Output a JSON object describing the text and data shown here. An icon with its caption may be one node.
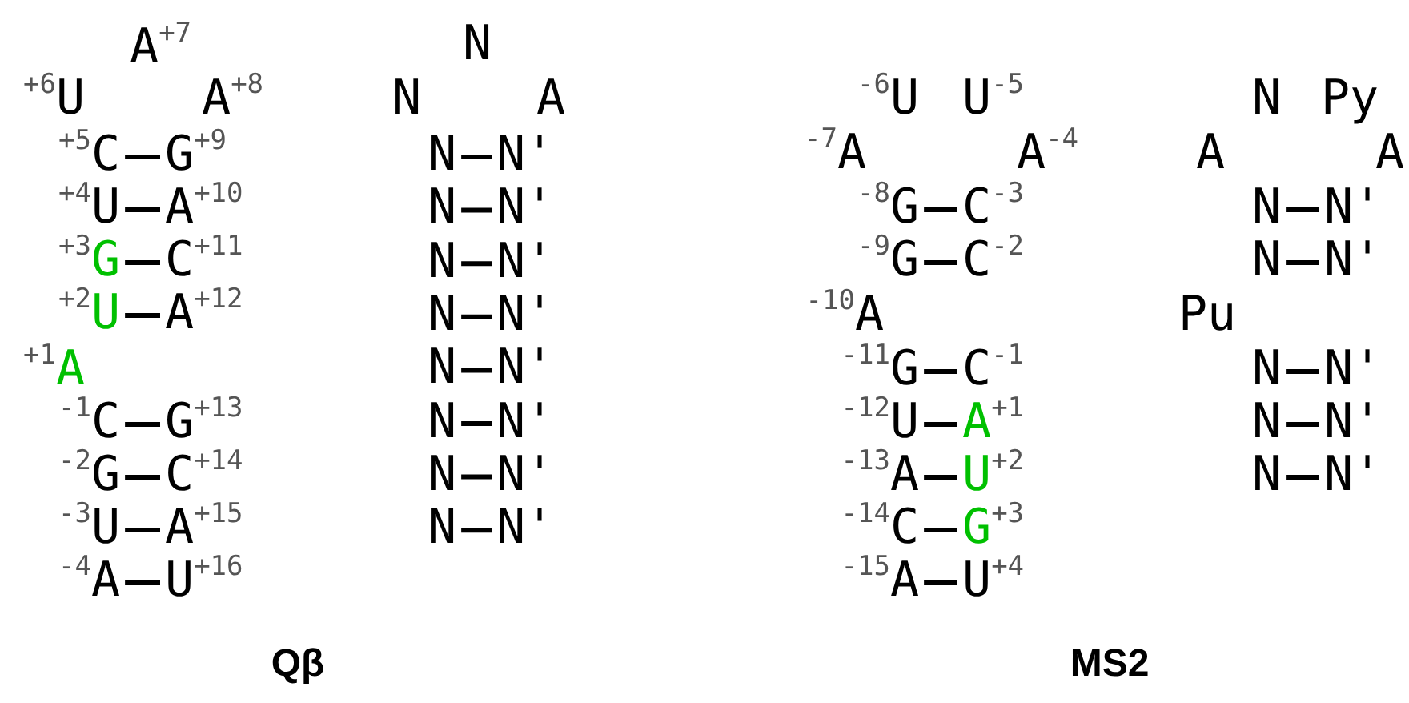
{
  "diagram": {
    "nodes": [
      {
        "text": [
          "A"
        ],
        "beside": [
          "+7"
        ]
      },
      {
        "text": [
          "U"
        ],
        "beside": [
          "+6"
        ]
      },
      {
        "text": [
          "A"
        ],
        "beside": [
          "+8"
        ]
      },
      {
        "text": [
          "C"
        ],
        "beside": [
          "+5"
        ]
      },
      {
        "text": [
          "G"
        ],
        "beside": [
          "+9"
        ]
      },
      {
        "text": [
          "U"
        ],
        "beside": [
          "+4"
        ]
      },
      {
        "text": [
          "A"
        ],
        "beside": [
          "+10"
        ]
      },
      {
        "text": [
          "G"
        ],
        "beside": [
          "+3"
        ]
      },
      {
        "text": [
          "C"
        ],
        "beside": [
          "+11"
        ]
      },
      {
        "text": [
          "U"
        ],
        "beside": [
          "+2"
        ]
      },
      {
        "text": [
          "A"
        ],
        "beside": [
          "+12"
        ]
      },
      {
        "text": [
          "A"
        ],
        "beside": [
          "+1"
        ]
      },
      {
        "text": [
          "C"
        ],
        "beside": [
          "-1"
        ]
      },
      {
        "text": [
          "G"
        ],
        "beside": [
          "+13"
        ]
      },
      {
        "text": [
          "G"
        ],
        "beside": [
          "-2"
        ]
      },
      {
        "text": [
          "C"
        ],
        "beside": [
          "+14"
        ]
      },
      {
        "text": [
          "U"
        ],
        "beside": [
          "-3"
        ]
      },
      {
        "text": [
          "A"
        ],
        "beside": [
          "+15"
        ]
      },
      {
        "text": [
          "A"
        ],
        "beside": [
          "-4"
        ]
      },
      {
        "text": [
          "U"
        ],
        "beside": [
          "+16"
        ]
      },
      {
        "text": [
          "N"
        ]
      },
      {
        "text": [
          "N"
        ]
      },
      {
        "text": [
          "A"
        ]
      },
      {
        "text": [
          "N"
        ]
      },
      {
        "text": [
          "N'"
        ]
      },
      {
        "text": [
          "N"
        ]
      },
      {
        "text": [
          "N'"
        ]
      },
      {
        "text": [
          "N"
        ]
      },
      {
        "text": [
          "N'"
        ]
      },
      {
        "text": [
          "N"
        ]
      },
      {
        "text": [
          "N'"
        ]
      },
      {
        "text": [
          "N"
        ]
      },
      {
        "text": [
          "N'"
        ]
      },
      {
        "text": [
          "N"
        ]
      },
      {
        "text": [
          "N'"
        ]
      },
      {
        "text": [
          "N"
        ]
      },
      {
        "text": [
          "N'"
        ]
      },
      {
        "text": [
          "N"
        ]
      },
      {
        "text": [
          "N'"
        ]
      },
      {
        "text": [
          "U"
        ],
        "beside": [
          "-6"
        ]
      },
      {
        "text": [
          "U"
        ],
        "beside": [
          "-5"
        ]
      },
      {
        "text": [
          "A"
        ],
        "beside": [
          "-7"
        ]
      },
      {
        "text": [
          "A"
        ],
        "beside": [
          "-4"
        ]
      },
      {
        "text": [
          "G"
        ],
        "beside": [
          "-8"
        ]
      },
      {
        "text": [
          "C"
        ],
        "beside": [
          "-3"
        ]
      },
      {
        "text": [
          "G"
        ],
        "beside": [
          "-9"
        ]
      },
      {
        "text": [
          "C"
        ],
        "beside": [
          "-2"
        ]
      },
      {
        "text": [
          "A"
        ],
        "beside": [
          "-10"
        ]
      },
      {
        "text": [
          "G"
        ],
        "beside": [
          "-11"
        ]
      },
      {
        "text": [
          "C"
        ],
        "beside": [
          "-1"
        ]
      },
      {
        "text": [
          "U"
        ],
        "beside": [
          "-12"
        ]
      },
      {
        "text": [
          "A"
        ],
        "beside": [
          "+1"
        ]
      },
      {
        "text": [
          "A"
        ],
        "beside": [
          "-13"
        ]
      },
      {
        "text": [
          "U"
        ],
        "beside": [
          "+2"
        ]
      },
      {
        "text": [
          "C"
        ],
        "beside": [
          "-14"
        ]
      },
      {
        "text": [
          "G"
        ],
        "beside": [
          "+3"
        ]
      },
      {
        "text": [
          "A"
        ],
        "beside": [
          "-15"
        ]
      },
      {
        "text": [
          "U"
        ],
        "beside": [
          "+4"
        ]
      },
      {
        "text": [
          "N"
        ]
      },
      {
        "text": [
          "Py"
        ]
      },
      {
        "text": [
          "A"
        ]
      },
      {
        "text": [
          "A"
        ]
      },
      {
        "text": [
          "N"
        ]
      },
      {
        "text": [
          "N'"
        ]
      },
      {
        "text": [
          "N"
        ]
      },
      {
        "text": [
          "N'"
        ]
      },
      {
        "text": [
          "Pu"
        ]
      },
      {
        "text": [
          "N"
        ]
      },
      {
        "text": [
          "N'"
        ]
      },
      {
        "text": [
          "N"
        ]
      },
      {
        "text": [
          "N'"
        ]
      },
      {
        "text": [
          "N"
        ]
      },
      {
        "text": [
          "N'"
        ]
      }
    ],
    "edges": [
      {
        "from": 3,
        "to": 4,
        "arrow": "none"
      },
      {
        "from": 5,
        "to": 6,
        "arrow": "none"
      },
      {
        "from": 7,
        "to": 8,
        "arrow": "none"
      },
      {
        "from": 9,
        "to": 10,
        "arrow": "none"
      },
      {
        "from": 12,
        "to": 13,
        "arrow": "none"
      },
      {
        "from": 14,
        "to": 15,
        "arrow": "none"
      },
      {
        "from": 16,
        "to": 17,
        "arrow": "none"
      },
      {
        "from": 18,
        "to": 19,
        "arrow": "none"
      },
      {
        "from": 23,
        "to": 24,
        "arrow": "none"
      },
      {
        "from": 25,
        "to": 26,
        "arrow": "none"
      },
      {
        "from": 27,
        "to": 28,
        "arrow": "none"
      },
      {
        "from": 29,
        "to": 30,
        "arrow": "none"
      },
      {
        "from": 31,
        "to": 32,
        "arrow": "none"
      },
      {
        "from": 33,
        "to": 34,
        "arrow": "none"
      },
      {
        "from": 35,
        "to": 36,
        "arrow": "none"
      },
      {
        "from": 37,
        "to": 38,
        "arrow": "none"
      },
      {
        "from": 43,
        "to": 44,
        "arrow": "none"
      },
      {
        "from": 45,
        "to": 46,
        "arrow": "none"
      },
      {
        "from": 48,
        "to": 49,
        "arrow": "none"
      },
      {
        "from": 50,
        "to": 51,
        "arrow": "none"
      },
      {
        "from": 52,
        "to": 53,
        "arrow": "none"
      },
      {
        "from": 54,
        "to": 55,
        "arrow": "none"
      },
      {
        "from": 56,
        "to": 57,
        "arrow": "none"
      },
      {
        "from": 62,
        "to": 63,
        "arrow": "none"
      },
      {
        "from": 64,
        "to": 65,
        "arrow": "none"
      },
      {
        "from": 67,
        "to": 68,
        "arrow": "none"
      },
      {
        "from": 69,
        "to": 70,
        "arrow": "none"
      },
      {
        "from": 71,
        "to": 72,
        "arrow": "none"
      }
    ],
    "labels": [
      "Qβ",
      "MS2"
    ]
  }
}
